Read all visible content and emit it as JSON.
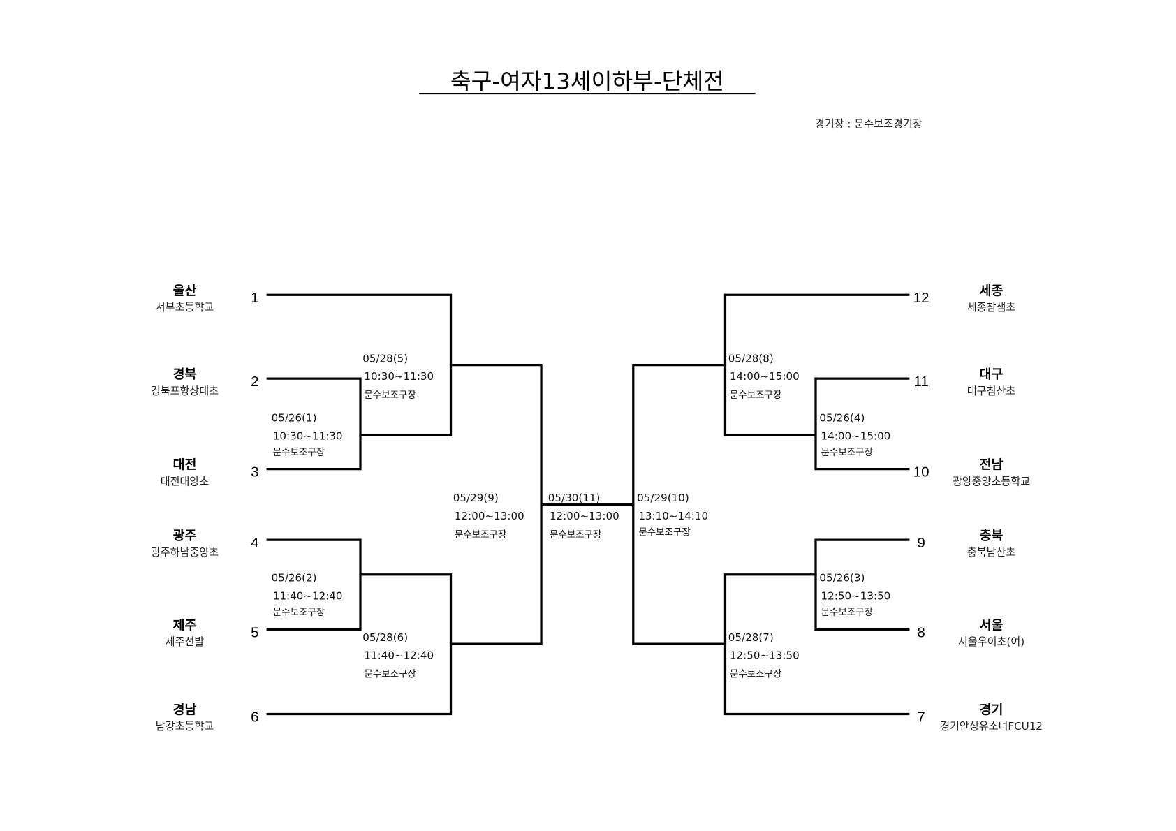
{
  "title": "축구-여자13세이하부-단체전",
  "venue_label": "경기장 : 문수보조경기장",
  "teams": [
    {
      "seed": "1",
      "region": "울산",
      "school": "서부초등학교"
    },
    {
      "seed": "2",
      "region": "경북",
      "school": "경북포항상대초"
    },
    {
      "seed": "3",
      "region": "대전",
      "school": "대전대양초"
    },
    {
      "seed": "4",
      "region": "광주",
      "school": "광주하남중앙초"
    },
    {
      "seed": "5",
      "region": "제주",
      "school": "제주선발"
    },
    {
      "seed": "6",
      "region": "경남",
      "school": "남강초등학교"
    },
    {
      "seed": "12",
      "region": "세종",
      "school": "세종참샘초"
    },
    {
      "seed": "11",
      "region": "대구",
      "school": "대구침산초"
    },
    {
      "seed": "10",
      "region": "전남",
      "school": "광양중앙초등학교"
    },
    {
      "seed": "9",
      "region": "충북",
      "school": "충북남산초"
    },
    {
      "seed": "8",
      "region": "서울",
      "school": "서울우이초(여)"
    },
    {
      "seed": "7",
      "region": "경기",
      "school": "경기안성유소녀FCU12"
    }
  ],
  "matches": [
    {
      "date": "05/26(1)",
      "time": "10:30~11:30",
      "place": "문수보조구장"
    },
    {
      "date": "05/26(2)",
      "time": "11:40~12:40",
      "place": "문수보조구장"
    },
    {
      "date": "05/26(3)",
      "time": "12:50~13:50",
      "place": "문수보조구장"
    },
    {
      "date": "05/26(4)",
      "time": "14:00~15:00",
      "place": "문수보조구장"
    },
    {
      "date": "05/28(5)",
      "time": "10:30~11:30",
      "place": "문수보조구장"
    },
    {
      "date": "05/28(6)",
      "time": "11:40~12:40",
      "place": "문수보조구장"
    },
    {
      "date": "05/28(7)",
      "time": "12:50~13:50",
      "place": "문수보조구장"
    },
    {
      "date": "05/28(8)",
      "time": "14:00~15:00",
      "place": "문수보조구장"
    },
    {
      "date": "05/29(9)",
      "time": "12:00~13:00",
      "place": "문수보조구장"
    },
    {
      "date": "05/29(10)",
      "time": "13:10~14:10",
      "place": "문수보조구장"
    },
    {
      "date": "05/30(11)",
      "time": "12:00~13:00",
      "place": "문수보조구장"
    }
  ]
}
